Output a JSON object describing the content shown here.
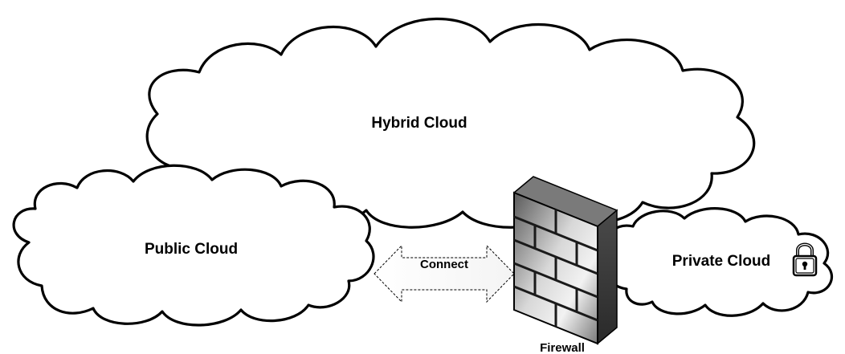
{
  "hybrid_cloud": {
    "label": "Hybrid Cloud"
  },
  "public_cloud": {
    "label": "Public Cloud"
  },
  "private_cloud": {
    "label": "Private Cloud",
    "icon": "padlock-icon"
  },
  "connector": {
    "label": "Connect",
    "icon": "double-arrow-icon"
  },
  "firewall": {
    "label": "Firewall",
    "icon": "brick-wall-icon"
  },
  "colors": {
    "stroke": "#000000",
    "cloud_fill": "#ffffff",
    "brick_light": "#cfcfcf",
    "brick_dark": "#3a3a3a"
  }
}
